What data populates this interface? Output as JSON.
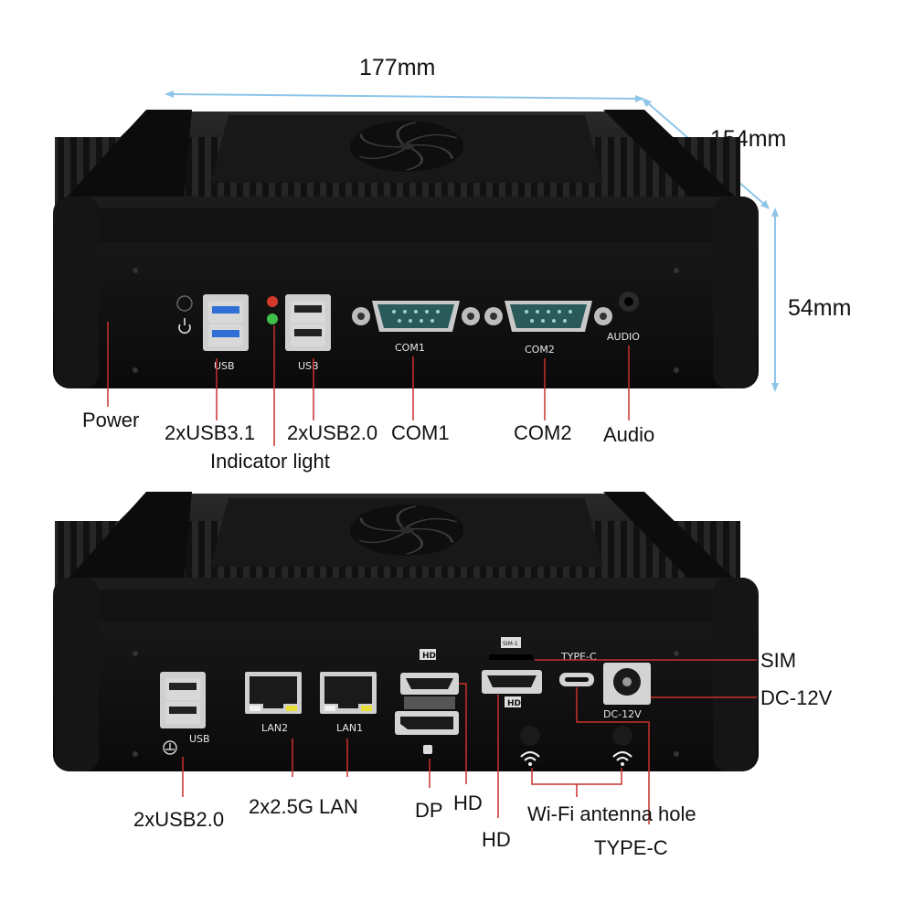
{
  "dimensions": {
    "width": "177mm",
    "depth": "154mm",
    "height": "54mm",
    "line_color": "#8ec5e8"
  },
  "front_panel": {
    "port_labels": {
      "usb_a": "USB",
      "usb_b": "USB",
      "com1": "COM1",
      "com2": "COM2",
      "audio": "AUDIO"
    },
    "callouts": {
      "power": "Power",
      "usb31": "2xUSB3.1",
      "indicator": "Indicator light",
      "usb20": "2xUSB2.0",
      "com1": "COM1",
      "com2": "COM2",
      "audio": "Audio"
    },
    "indicator_colors": [
      "#d33a2c",
      "#3fbf4a"
    ],
    "usb31_color": "#2f6fd6"
  },
  "rear_panel": {
    "port_labels": {
      "usb": "USB",
      "lan2": "LAN2",
      "lan1": "LAN1",
      "typec": "TYPE-C",
      "dc": "DC-12V",
      "sim": "SIM-1",
      "hd_top": "HD",
      "hd_bottom": "HD"
    },
    "callouts": {
      "usb20": "2xUSB2.0",
      "lan": "2x2.5G LAN",
      "dp": "DP",
      "hd_left": "HD",
      "hd_right": "HD",
      "wifi": "Wi-Fi antenna hole",
      "typec": "TYPE-C",
      "sim": "SIM",
      "dc": "DC-12V"
    }
  },
  "callout_line_color": "#c9302c"
}
